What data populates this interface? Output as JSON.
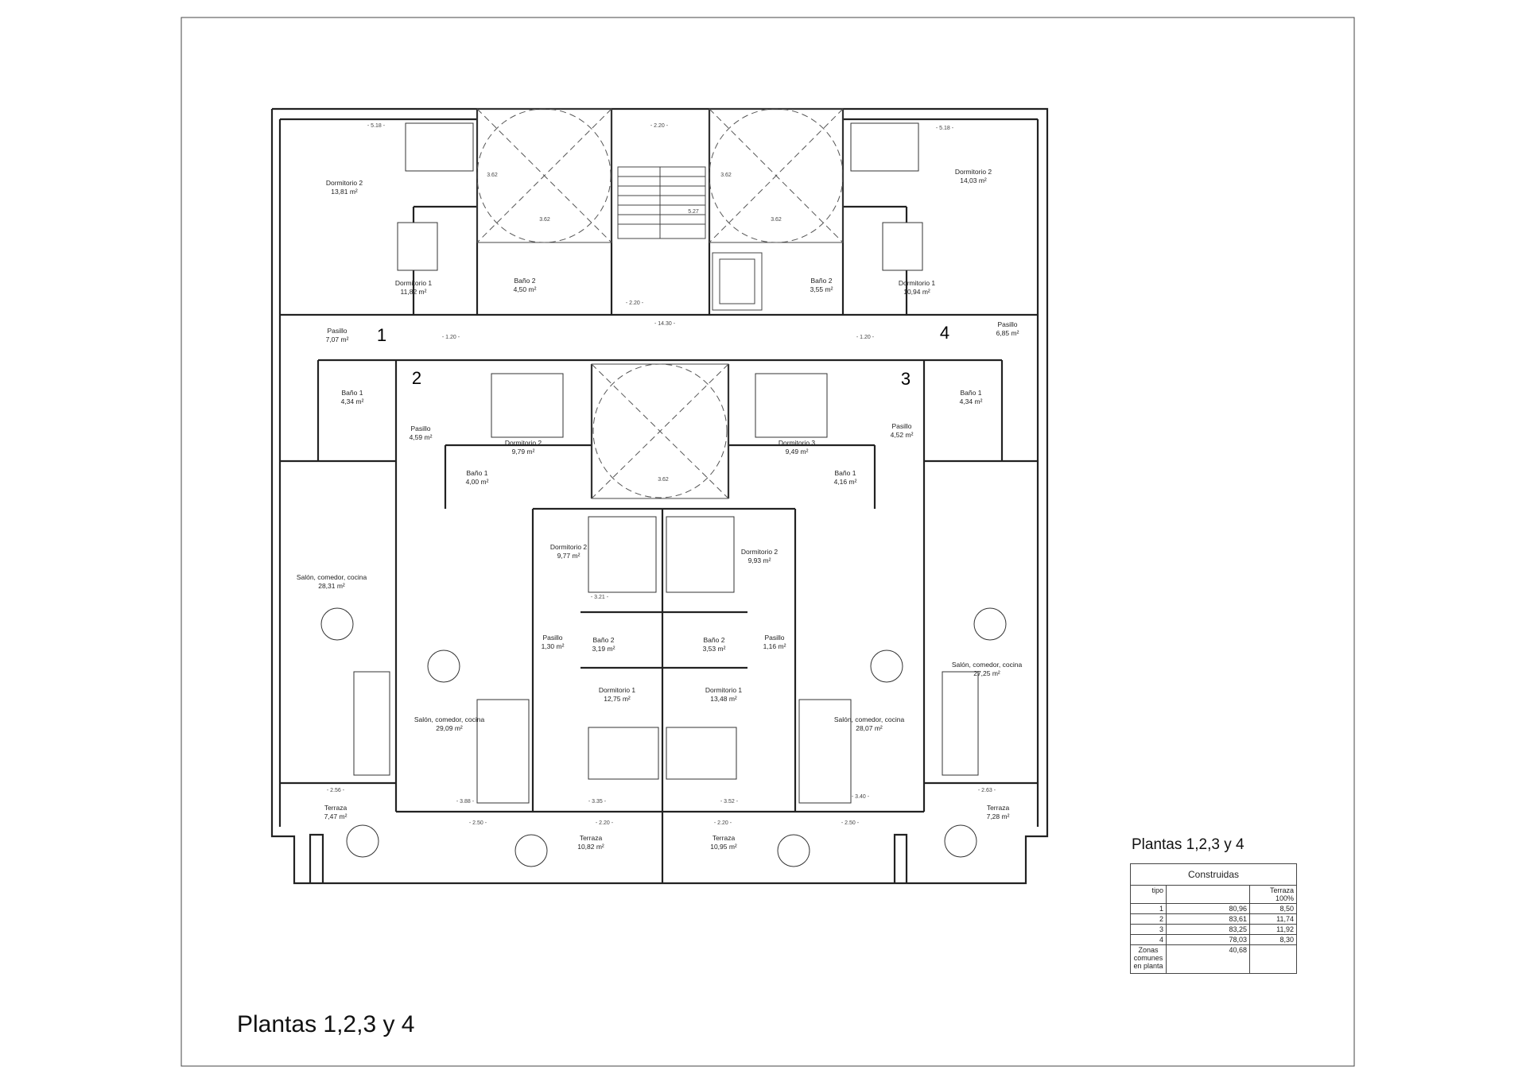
{
  "title": "Plantas 1,2,3 y 4",
  "table": {
    "title": "Plantas 1,2,3 y 4",
    "header": "Construidas",
    "col_tipo": "tipo",
    "col_terraza": "Terraza 100%",
    "rows": [
      {
        "tipo": "1",
        "construida": "80,96",
        "terraza": "8,50"
      },
      {
        "tipo": "2",
        "construida": "83,61",
        "terraza": "11,74"
      },
      {
        "tipo": "3",
        "construida": "83,25",
        "terraza": "11,92"
      },
      {
        "tipo": "4",
        "construida": "78,03",
        "terraza": "8,30"
      }
    ],
    "zonas_label": "Zonas comunes en planta",
    "zonas_value": "40,68"
  },
  "units": [
    "1",
    "2",
    "3",
    "4"
  ],
  "rooms": [
    {
      "name": "Dormitorio 2",
      "area": "13,81 m²"
    },
    {
      "name": "Dormitorio 1",
      "area": "11,82 m²"
    },
    {
      "name": "Baño 2",
      "area": "4,50 m²"
    },
    {
      "name": "Baño 2",
      "area": "3,55 m²"
    },
    {
      "name": "Dormitorio 1",
      "area": "10,94 m²"
    },
    {
      "name": "Dormitorio 2",
      "area": "14,03 m²"
    },
    {
      "name": "Pasillo",
      "area": "7,07 m²"
    },
    {
      "name": "Pasillo",
      "area": "6,85 m²"
    },
    {
      "name": "Baño 1",
      "area": "4,34 m²"
    },
    {
      "name": "Baño 1",
      "area": "4,34 m²"
    },
    {
      "name": "Pasillo",
      "area": "4,59 m²"
    },
    {
      "name": "Pasillo",
      "area": "4,52 m²"
    },
    {
      "name": "Dormitorio 2",
      "area": "9,79 m²"
    },
    {
      "name": "Dormitorio 3",
      "area": "9,49 m²"
    },
    {
      "name": "Baño 1",
      "area": "4,00 m²"
    },
    {
      "name": "Baño 1",
      "area": "4,16 m²"
    },
    {
      "name": "Dormitorio 2",
      "area": "9,77 m²"
    },
    {
      "name": "Dormitorio 2",
      "area": "9,93 m²"
    },
    {
      "name": "Salón, comedor, cocina",
      "area": "28,31 m²"
    },
    {
      "name": "Salón, comedor, cocina",
      "area": "27,25 m²"
    },
    {
      "name": "Pasillo",
      "area": "1,30 m²"
    },
    {
      "name": "Baño 2",
      "area": "3,19 m²"
    },
    {
      "name": "Baño 2",
      "area": "3,53 m²"
    },
    {
      "name": "Pasillo",
      "area": "1,16 m²"
    },
    {
      "name": "Dormitorio 1",
      "area": "12,75 m²"
    },
    {
      "name": "Dormitorio 1",
      "area": "13,48 m²"
    },
    {
      "name": "Salón, comedor, cocina",
      "area": "29,09 m²"
    },
    {
      "name": "Salón, comedor, cocina",
      "area": "28,07 m²"
    },
    {
      "name": "Terraza",
      "area": "7,47 m²"
    },
    {
      "name": "Terraza",
      "area": "7,28 m²"
    },
    {
      "name": "Terraza",
      "area": "10,82 m²"
    },
    {
      "name": "Terraza",
      "area": "10,95 m²"
    }
  ],
  "dimensions": [
    "- 5.18 -",
    "- 5.18 -",
    "- 2.20 -",
    "- 14.30 -",
    "3.62",
    "3.62",
    "3.62",
    "3.62",
    "3.62",
    "5.27",
    "- 2.20 -",
    "- 1.20 -",
    "- 1.20 -",
    "- 3.21 -",
    "- 3.35 -",
    "- 3.52 -",
    "- 3.88 -",
    "- 3.40 -",
    "- 2.50 -",
    "- 2.20 -",
    "- 2.20 -",
    "- 2.50 -",
    "- 2.56 -",
    "- 2.63 -"
  ]
}
